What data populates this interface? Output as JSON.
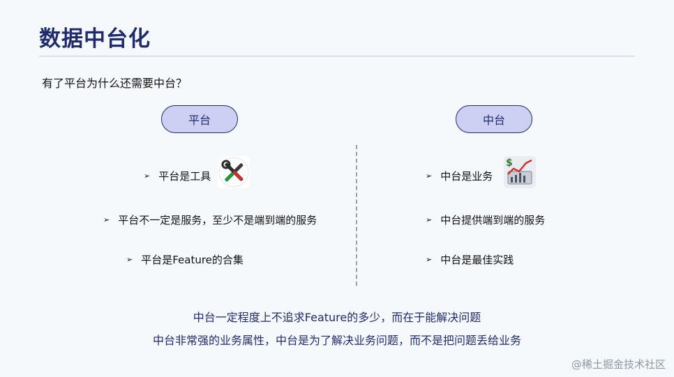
{
  "slide": {
    "title": "数据中台化",
    "question": "有了平台为什么还需要中台？"
  },
  "left": {
    "pill": "平台",
    "bullets": [
      "平台是工具",
      "平台不一定是服务，至少不是端到端的服务",
      "平台是Feature的合集"
    ]
  },
  "right": {
    "pill": "中台",
    "bullets": [
      "中台是业务",
      "中台提供端到端的服务",
      "中台是最佳实践"
    ]
  },
  "summary": {
    "line1": "中台一定程度上不追求Feature的多少，而在于能解决问题",
    "line2": "中台非常强的业务属性，中台是为了解决业务问题，而不是把问题丢给业务"
  },
  "bullet_marker": "➢",
  "watermark": "@稀土掘金技术社区",
  "icons": {
    "tools": "wrench-screwdriver-icon",
    "business": "finance-chart-icon"
  }
}
